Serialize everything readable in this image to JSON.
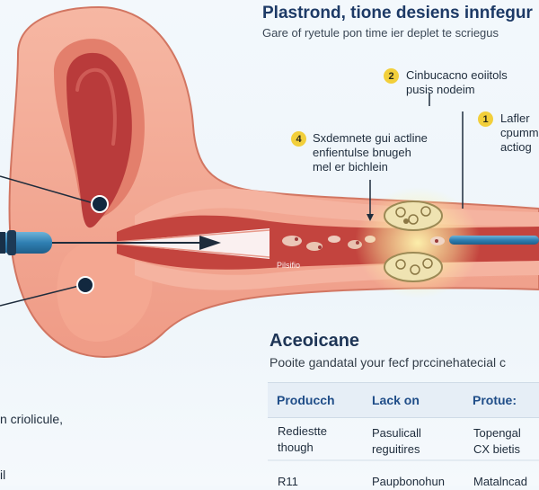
{
  "header": {
    "title": "Plastrond, tione desiens innfegur",
    "subtitle": "Gare of ryetule pon time ier deplet te scriegus"
  },
  "callouts": [
    {
      "number": "2",
      "lines": [
        "Cinbucacno eoiitols",
        "pusis nodeim"
      ]
    },
    {
      "number": "1",
      "lines": [
        "Lafler",
        "cpumm",
        "actiog"
      ]
    },
    {
      "number": "4",
      "lines": [
        "Sxdemnete gui actline",
        "enfientulse bnugeh",
        "mel er bichlein"
      ]
    }
  ],
  "small_label": "Pilsifio",
  "section": {
    "title": "Aceoicane",
    "subtitle": "Pooite gandatal your fecf prccinehatecial c"
  },
  "table": {
    "headers": [
      "Producch",
      "Lack on",
      "Protue:"
    ],
    "rows": [
      [
        [
          "Rediestte",
          "though"
        ],
        [
          "Pasulicall",
          "reguitires"
        ],
        [
          "Topengal",
          "CX bietis"
        ]
      ],
      [
        [
          "R11"
        ],
        [
          "Paupbonohun"
        ],
        [
          "Matalncad"
        ]
      ]
    ]
  },
  "left_text": {
    "line1": "n criolicule,",
    "line2": "il"
  },
  "colors": {
    "accent": "#1d3a66",
    "badge": "#f2cf3b",
    "tissue": "#f2a390",
    "canal": "#b93b3b"
  }
}
